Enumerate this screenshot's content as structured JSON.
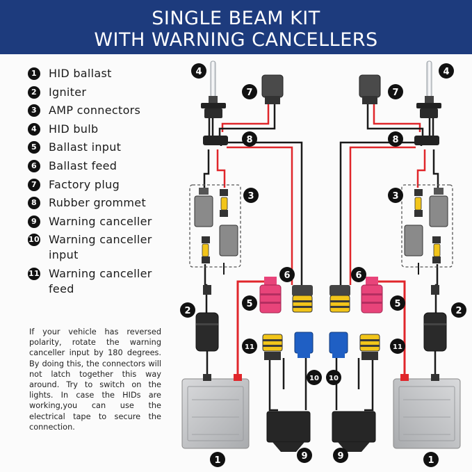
{
  "header": {
    "line1": "SINGLE BEAM KIT",
    "line2": "WITH WARNING CANCELLERS"
  },
  "legend": [
    {
      "num": "1",
      "label": "HID ballast"
    },
    {
      "num": "2",
      "label": "Igniter"
    },
    {
      "num": "3",
      "label": "AMP connectors"
    },
    {
      "num": "4",
      "label": "HID bulb"
    },
    {
      "num": "5",
      "label": "Ballast input"
    },
    {
      "num": "6",
      "label": "Ballast feed"
    },
    {
      "num": "7",
      "label": "Factory plug"
    },
    {
      "num": "8",
      "label": "Rubber grommet"
    },
    {
      "num": "9",
      "label": "Warning canceller"
    },
    {
      "num": "10",
      "label": "Warning canceller input"
    },
    {
      "num": "11",
      "label": "Warning canceller feed"
    }
  ],
  "note": "If your vehicle has reversed polarity, rotate the warning canceller input by 180 degrees. By doing this, the connectors will not latch together this way around. Try to switch on the lights. In case the HIDs are working,you can use the electrical tape to secure the connection.",
  "colors": {
    "banner": "#1d3b7d",
    "wire_red": "#e0262b",
    "wire_black": "#1a1a1a",
    "ballast_input": "#e8447a",
    "canceller_input": "#1f5fc4",
    "connector_yellow": "#f2c51a"
  }
}
